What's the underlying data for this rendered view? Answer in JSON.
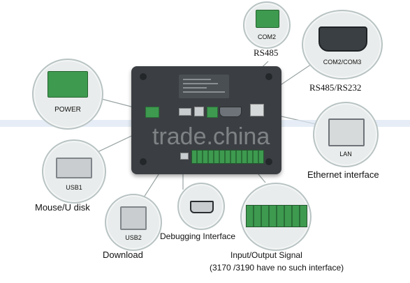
{
  "device": {
    "watermark": "trade.china"
  },
  "ports": {
    "com2": {
      "tag": "COM2",
      "caption": "RS485"
    },
    "com2_com3": {
      "tag": "COM2/COM3",
      "caption": "RS485/RS232"
    },
    "power": {
      "tag": "POWER"
    },
    "lan": {
      "tag": "LAN",
      "caption": "Ethernet interface"
    },
    "usb1": {
      "tag": "USB1",
      "caption": "Mouse/U disk"
    },
    "usb2": {
      "tag": "USB2",
      "caption": "Download"
    },
    "debug": {
      "caption": "Debugging Interface"
    },
    "io": {
      "caption": "Input/Output Signal",
      "note": "(3170 /3190 have no such interface)"
    }
  },
  "colors": {
    "device_body": "#3b3f43",
    "terminal_green": "#3d9a4f",
    "circle_fill": "#e9ecec",
    "circle_border": "#b9c3c3"
  }
}
